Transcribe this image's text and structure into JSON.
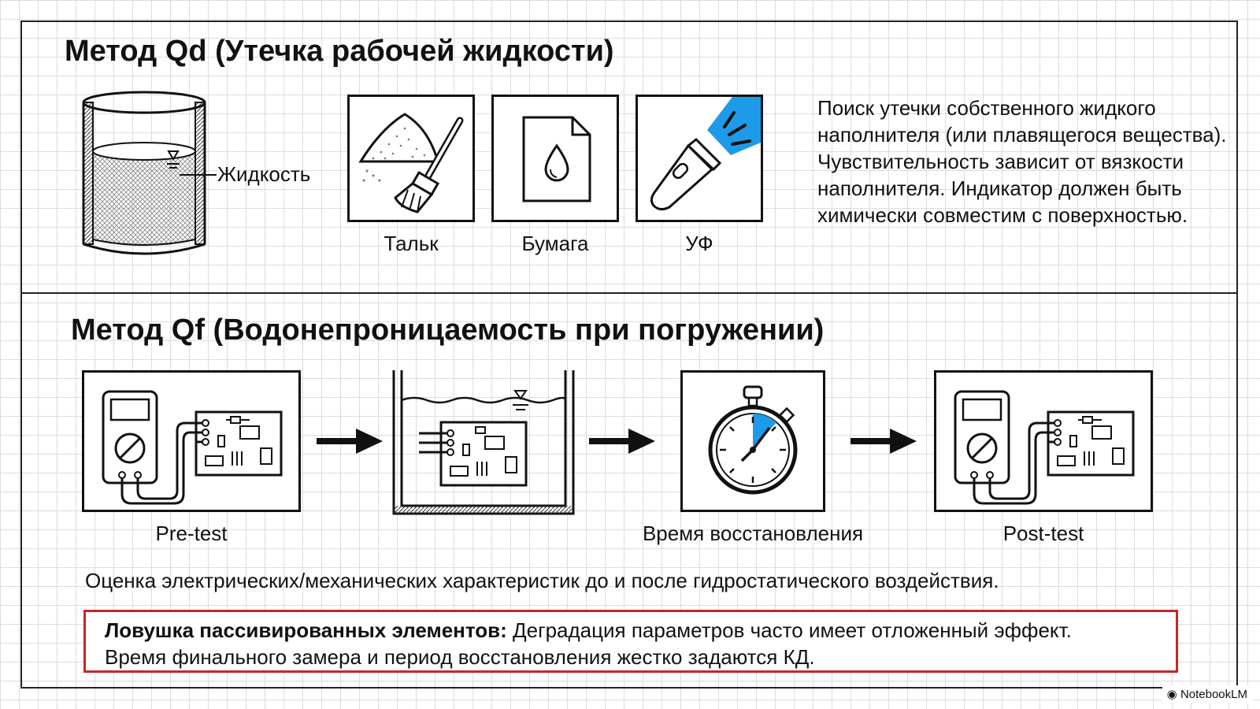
{
  "section_qd": {
    "title": "Метод Qd (Утечка рабочей жидкости)",
    "liquid_label": "Жидкость",
    "indicators": [
      {
        "label": "Тальк",
        "icon": "talc-brush-icon"
      },
      {
        "label": "Бумага",
        "icon": "paper-drop-icon"
      },
      {
        "label": "УФ",
        "icon": "uv-flashlight-icon"
      }
    ],
    "description": "Поиск утечки собственного жидкого наполнителя (или плавящегося вещества). Чувствительность зависит от вязкости наполнителя. Индикатор должен быть химически совместим с поверхностью.",
    "accent_color": "#1e9be8"
  },
  "section_qf": {
    "title": "Метод Qf (Водонепроницаемость при погружении)",
    "steps": [
      {
        "label": "Pre-test",
        "icon": "multimeter-pcb-icon"
      },
      {
        "label": "",
        "icon": "immersion-tank-icon"
      },
      {
        "label": "Время восстановления",
        "icon": "stopwatch-icon"
      },
      {
        "label": "Post-test",
        "icon": "multimeter-pcb-icon"
      }
    ],
    "summary": "Оценка электрических/механических характеристик до и после гидростатического воздействия.",
    "warning": {
      "bold": "Ловушка пассивированных элементов:",
      "text": " Деградация параметров часто имеет отложенный эффект.",
      "line2": "Время финального замера и период восстановления жестко задаются КД.",
      "border_color": "#c62828"
    }
  },
  "brand": "NotebookLM"
}
